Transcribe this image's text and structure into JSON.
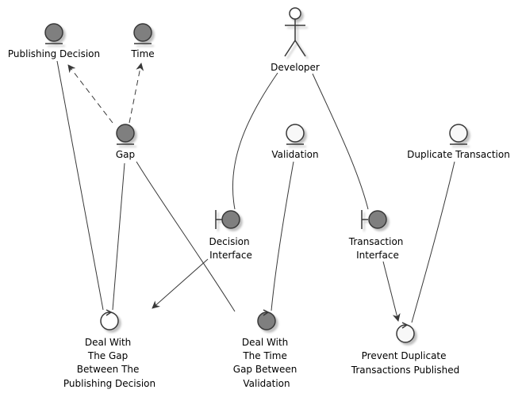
{
  "nodes": {
    "publishing_decision": {
      "kind": "entity",
      "fill": "#7f7f7f",
      "label": [
        "Publishing Decision"
      ]
    },
    "time": {
      "kind": "entity",
      "fill": "#7f7f7f",
      "label": [
        "Time"
      ]
    },
    "developer": {
      "kind": "actor",
      "label": [
        "Developer"
      ]
    },
    "gap": {
      "kind": "entity",
      "fill": "#7f7f7f",
      "label": [
        "Gap"
      ]
    },
    "validation": {
      "kind": "entity",
      "fill": "#f8f8f8",
      "label": [
        "Validation"
      ]
    },
    "duplicate_transaction": {
      "kind": "entity",
      "fill": "#f8f8f8",
      "label": [
        "Duplicate Transaction"
      ]
    },
    "decision_interface": {
      "kind": "boundary",
      "fill": "#7f7f7f",
      "label": [
        "Decision",
        "Interface"
      ]
    },
    "transaction_interface": {
      "kind": "boundary",
      "fill": "#7f7f7f",
      "label": [
        "Transaction",
        "Interface"
      ]
    },
    "deal_gap": {
      "kind": "control",
      "fill": "#ffffff",
      "label": [
        "Deal With",
        "The Gap",
        "Between The",
        "Publishing Decision"
      ]
    },
    "deal_time_gap": {
      "kind": "control",
      "fill": "#7f7f7f",
      "label": [
        "Deal With",
        "The Time",
        "Gap Between",
        "Validation"
      ]
    },
    "prevent_duplicate": {
      "kind": "control",
      "fill": "#f8f8f8",
      "label": [
        "Prevent Duplicate",
        "Transactions Published"
      ]
    }
  },
  "edges": [
    {
      "from": "gap",
      "to": "publishing_decision",
      "style": "dashed",
      "arrow": true
    },
    {
      "from": "gap",
      "to": "time",
      "style": "dashed",
      "arrow": true
    },
    {
      "from": "publishing_decision",
      "to": "deal_gap",
      "style": "solid",
      "arrow": false
    },
    {
      "from": "gap",
      "to": "deal_gap",
      "style": "solid",
      "arrow": false
    },
    {
      "from": "gap",
      "to": "deal_time_gap",
      "style": "solid",
      "arrow": false
    },
    {
      "from": "developer",
      "to": "decision_interface",
      "style": "solid",
      "arrow": false
    },
    {
      "from": "developer",
      "to": "transaction_interface",
      "style": "solid",
      "arrow": false
    },
    {
      "from": "decision_interface",
      "to": "deal_gap",
      "style": "solid",
      "arrow": true
    },
    {
      "from": "validation",
      "to": "deal_time_gap",
      "style": "solid",
      "arrow": false
    },
    {
      "from": "transaction_interface",
      "to": "prevent_duplicate",
      "style": "solid",
      "arrow": true
    },
    {
      "from": "duplicate_transaction",
      "to": "prevent_duplicate",
      "style": "solid",
      "arrow": false
    }
  ]
}
